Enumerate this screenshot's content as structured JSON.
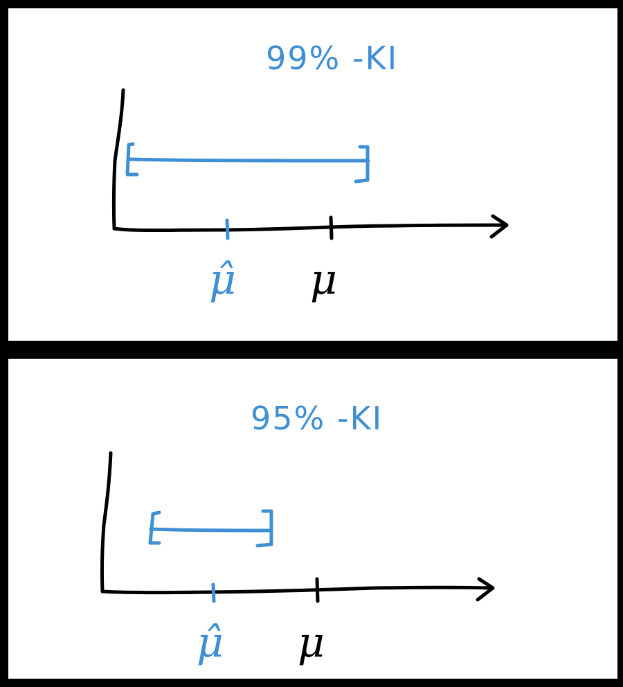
{
  "colors": {
    "background": "#000000",
    "panel": "#ffffff",
    "ink": "#000000",
    "accent": "#3f8fd4"
  },
  "panels": [
    {
      "title": "99% -KI",
      "estimate_label": "μ̂",
      "true_label": "μ"
    },
    {
      "title": "95% -KI",
      "estimate_label": "μ̂",
      "true_label": "μ"
    }
  ]
}
